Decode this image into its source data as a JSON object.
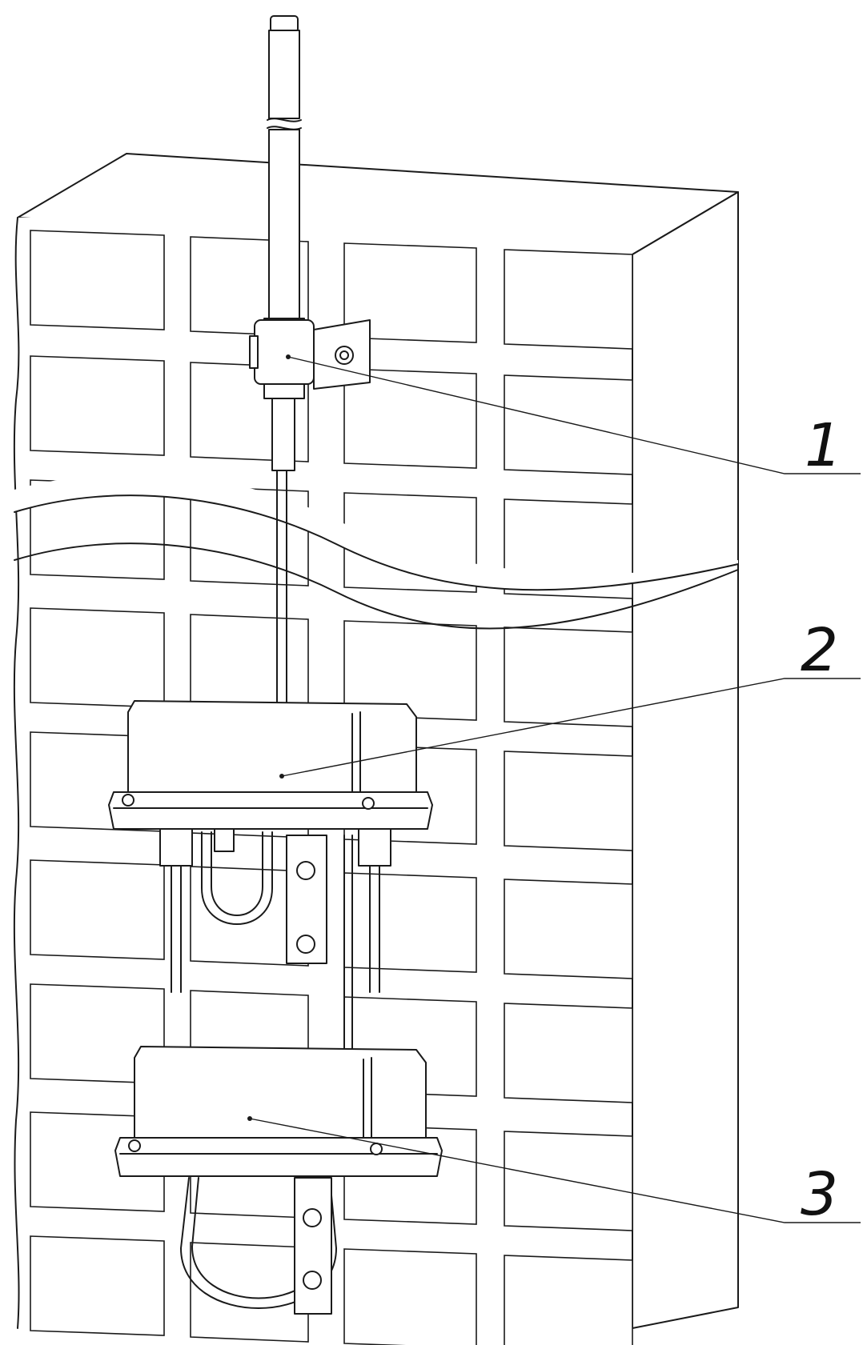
{
  "callouts": [
    {
      "label": "1"
    },
    {
      "label": "2"
    },
    {
      "label": "3"
    }
  ],
  "colors": {
    "line": "#1a1a1a",
    "background": "#ffffff"
  }
}
